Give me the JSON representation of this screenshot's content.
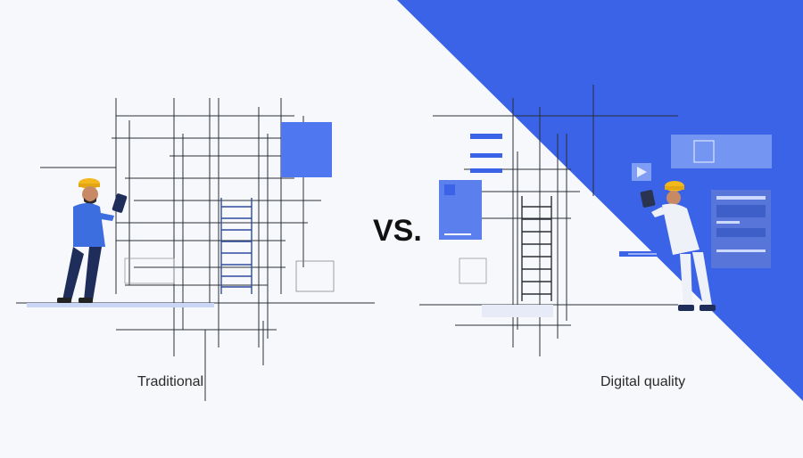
{
  "comparison": {
    "vs_label": "VS.",
    "left_caption": "Traditional",
    "right_caption": "Digital quality"
  },
  "colors": {
    "accent_blue": "#3a63e8",
    "panel_blue": "#4f77ef",
    "background": "#f7f8fb",
    "line": "#2b2f36",
    "helmet": "#f2b81c",
    "shirt_blue": "#3d6ee0",
    "pants_navy": "#1f2d5a"
  },
  "figures": {
    "left": "worker-with-tablet-icon",
    "right": "worker-with-tablet-icon"
  }
}
